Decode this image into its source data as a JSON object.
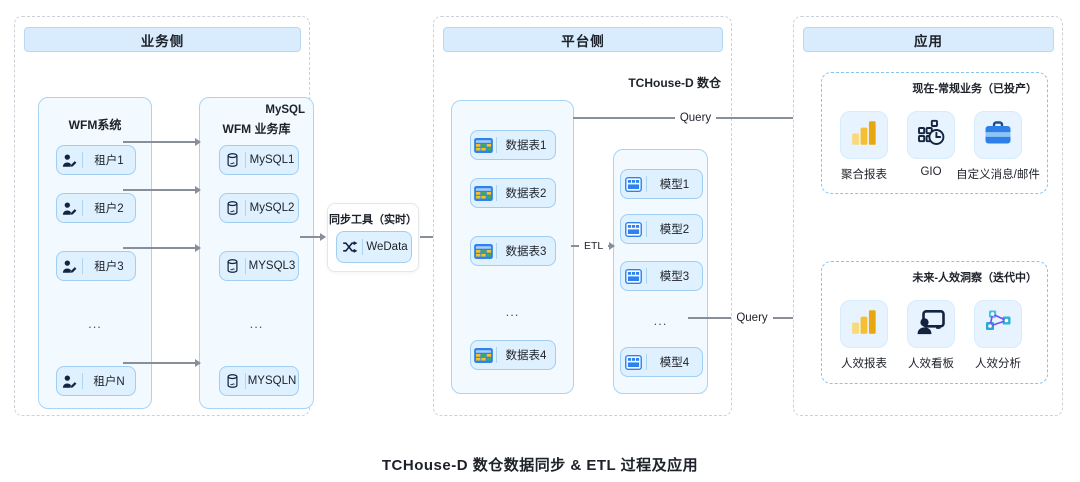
{
  "caption": "TCHouse-D 数仓数据同步 & ETL 过程及应用",
  "query_label": "Query",
  "business": {
    "title": "业务侧",
    "wfm_system": {
      "title": "WFM系统",
      "items": [
        "租户1",
        "租户2",
        "租户3",
        "...",
        "租户N"
      ]
    },
    "wfm_db": {
      "corner_label": "MySQL",
      "title": "WFM 业务库",
      "items": [
        "MySQL1",
        "MySQL2",
        "MYSQL3",
        "...",
        "MYSQLN"
      ]
    }
  },
  "sync_tool": {
    "title": "同步工具（实时）",
    "tool_label": "WeData"
  },
  "platform": {
    "title": "平台侧",
    "warehouse_label": "TCHouse-D 数仓",
    "etl_label": "ETL",
    "tables": [
      "数据表1",
      "数据表2",
      "数据表3",
      "...",
      "数据表4"
    ],
    "models": [
      "模型1",
      "模型2",
      "模型3",
      "...",
      "模型4"
    ]
  },
  "apps": {
    "title": "应用",
    "current": {
      "label": "现在-常规业务（已投产）",
      "items": [
        {
          "name": "聚合报表",
          "icon": "bar-chart-icon"
        },
        {
          "name": "GIO",
          "icon": "grid-clock-icon"
        },
        {
          "name": "自定义消息/邮件",
          "icon": "briefcase-icon"
        }
      ]
    },
    "future": {
      "label": "未来-人效洞察（迭代中）",
      "items": [
        {
          "name": "人效报表",
          "icon": "bar-chart-icon"
        },
        {
          "name": "人效看板",
          "icon": "person-screen-icon"
        },
        {
          "name": "人效分析",
          "icon": "network-graph-icon"
        }
      ]
    }
  },
  "colors": {
    "accent_blue": "#2e82ef",
    "header_fill": "#d9ecfd",
    "panel_fill": "#f2f9ff",
    "panel_border": "#a9d4f3",
    "pill_fill": "#dff0fe",
    "arrow_gray": "#898f98",
    "dark_icon": "#14233f",
    "bar_yellow": "#f5bf31",
    "teal_node": "#2ab5d8",
    "purple_link": "#7a4ff2"
  }
}
